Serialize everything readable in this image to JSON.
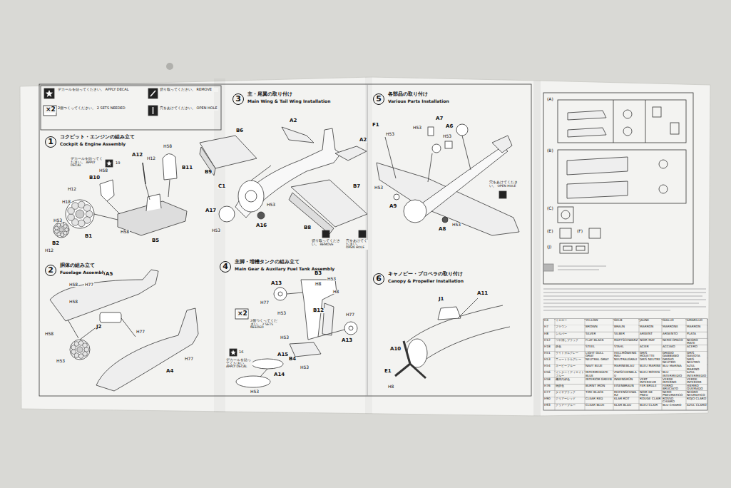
{
  "diagram": {
    "nodes": [
      {
        "text": [
          "1",
          "コクピット・エンジンの組み立て",
          "Cockpit & Engine Assembly"
        ]
      },
      {
        "text": [
          "2",
          "胴体の組み立て",
          "Fuselage Assembly"
        ]
      },
      {
        "text": [
          "3",
          "主・尾翼の取り付け",
          "Main Wing & Tail Wing Installation"
        ]
      },
      {
        "text": [
          "4",
          "主脚・増槽タンクの組み立て",
          "Main Gear & Auxilary Fuel Tank Assembly"
        ]
      },
      {
        "text": [
          "5",
          "各部品の取り付け",
          "Various Parts Installation"
        ]
      },
      {
        "text": [
          "6",
          "キャノピー・プロペラの取り付け",
          "Canopy & Propeller Installation"
        ]
      }
    ],
    "labels": [
      "×2",
      "A12",
      "H12",
      "H58",
      "B11",
      "B10",
      "デカールを貼ってください。 APPLY DECAL",
      "19",
      "H58",
      "H12",
      "H18",
      "H53",
      "B1",
      "B2",
      "H12",
      "H58",
      "B5",
      "A5",
      "H58",
      "H77",
      "H58",
      "H58",
      "J2",
      "H53",
      "H77",
      "A4",
      "H77",
      "B6",
      "A2",
      "A2",
      "B9",
      "C1",
      "A17",
      "H53",
      "H53",
      "A16",
      "B7",
      "B8",
      "切り取ってください。 REMOVE",
      "穴をあけてください。 OPEN HOLE",
      "B3",
      "H8",
      "H53",
      "H8",
      "A13",
      "H77",
      "H53",
      "B12",
      "H77",
      "A13",
      "H53",
      "B4",
      "H53",
      "×2",
      "2個つくってください。 2 SETS NEEDED",
      "16",
      "デカールを貼ってください。 APPLY DECAL",
      "A15",
      "A14",
      "H53",
      "F1",
      "H53",
      "H53",
      "A7",
      "A6",
      "H53",
      "H53",
      "A9",
      "穴をあけてください。 OPEN HOLE",
      "A8",
      "H53",
      "J1",
      "A11",
      "A10",
      "E1",
      "H8",
      "(A)",
      "(B)",
      "(C)",
      "(E)",
      "(F)",
      "(J)",
      "H4",
      "イエロー",
      "YELLOW",
      "GELB",
      "JAUNE",
      "GIALLO",
      "AMARILLO",
      "H7",
      "ブラウン",
      "BROWN",
      "BRAUN",
      "MARRON",
      "MARRONE",
      "MARRON",
      "H8",
      "シルバー",
      "SILVER",
      "SILBER",
      "ARGENT",
      "ARGENTO",
      "PLATA",
      "H12",
      "つや消しブラック",
      "FLAT BLACK",
      "MATTSCHWARZ",
      "NOIR MAT",
      "NERO OPACO",
      "NEGRO MATE",
      "H18",
      "鉄色",
      "STEEL",
      "STAHL",
      "ACIER",
      "ACCIAIO",
      "ACERO",
      "H51",
      "ライトガルグレー",
      "LIGHT GULL GRAY",
      "HELLMÖWENGRAU",
      "GRIS MOUETTE",
      "GRIGIO GABBIANO",
      "GRIS GAVIOTA",
      "H53",
      "ニュートラルグレー",
      "NEUTRAL GRAY",
      "NEUTRALGRAU",
      "GRIS NEUTRE",
      "GRIGIO NEUTRO",
      "GRIS NEUTRO",
      "H54",
      "ネービーブルー",
      "NAVY BLUE",
      "MARINEBLAU",
      "BLEU MARINE",
      "BLU MARINA",
      "AZUL MARINO",
      "H56",
      "インターミディエイトブルー",
      "INTERMEDIATE BLUE",
      "ZWISCHENBLAU",
      "BLEU MOYEN",
      "BLU INTERMEDIO",
      "AZUL INTERMEDIO",
      "H58",
      "機体内部色",
      "INTERIOR GREEN",
      "INNENGRÜN",
      "VERT INTERIEUR",
      "VERDE INTERNO",
      "VERDE INTERIOR",
      "H76",
      "焼鉄色",
      "BURNT IRON",
      "EISENBRAUN",
      "FER BRULE",
      "FERRO BRUCIATO",
      "HIERRO QUEMADO",
      "H77",
      "タイヤブラック",
      "TIRE BLACK",
      "REIFENSCHWARZ",
      "NOIR DE PNEU",
      "NERO PNEUMATICO",
      "NEGRO NEUMATICO",
      "H90",
      "クリアーレッド",
      "CLEAR RED",
      "KLAR ROT",
      "ROUGE CLAIR",
      "ROSSO CHIARO",
      "ROJO CLARO",
      "H93",
      "クリアーブルー",
      "CLEAR BLUE",
      "KLAR BLAU",
      "BLEU CLAIR",
      "BLU CHIARO",
      "AZUL CLARO"
    ],
    "legend": [
      {
        "text": "デカールを貼ってください。 APPLY DECAL"
      },
      {
        "text": "2個つくってください。 2 SETS NEEDED"
      },
      {
        "text": "切り取ってください。 REMOVE"
      },
      {
        "text": "穴をあけてください。 OPEN HOLE"
      }
    ]
  }
}
